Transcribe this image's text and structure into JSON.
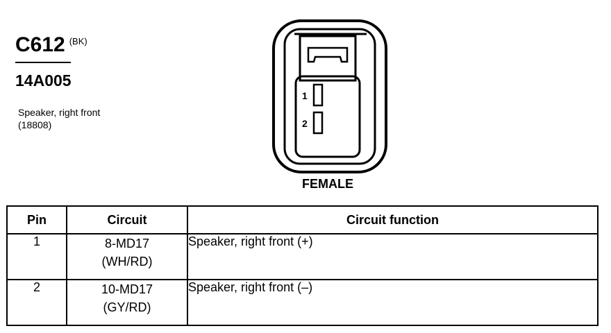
{
  "connector": {
    "id": "C612",
    "color": "(BK)",
    "part_number": "14A005",
    "description_line1": "Speaker, right front",
    "description_line2": "(18808)",
    "gender": "FEMALE",
    "pins": [
      "1",
      "2"
    ]
  },
  "table": {
    "headers": [
      "Pin",
      "Circuit",
      "Circuit function"
    ],
    "rows": [
      {
        "pin": "1",
        "circuit": "8-MD17",
        "color": "(WH/RD)",
        "function": "Speaker, right front  (+)"
      },
      {
        "pin": "2",
        "circuit": "10-MD17",
        "color": "(GY/RD)",
        "function": "Speaker, right front  (–)"
      }
    ]
  }
}
